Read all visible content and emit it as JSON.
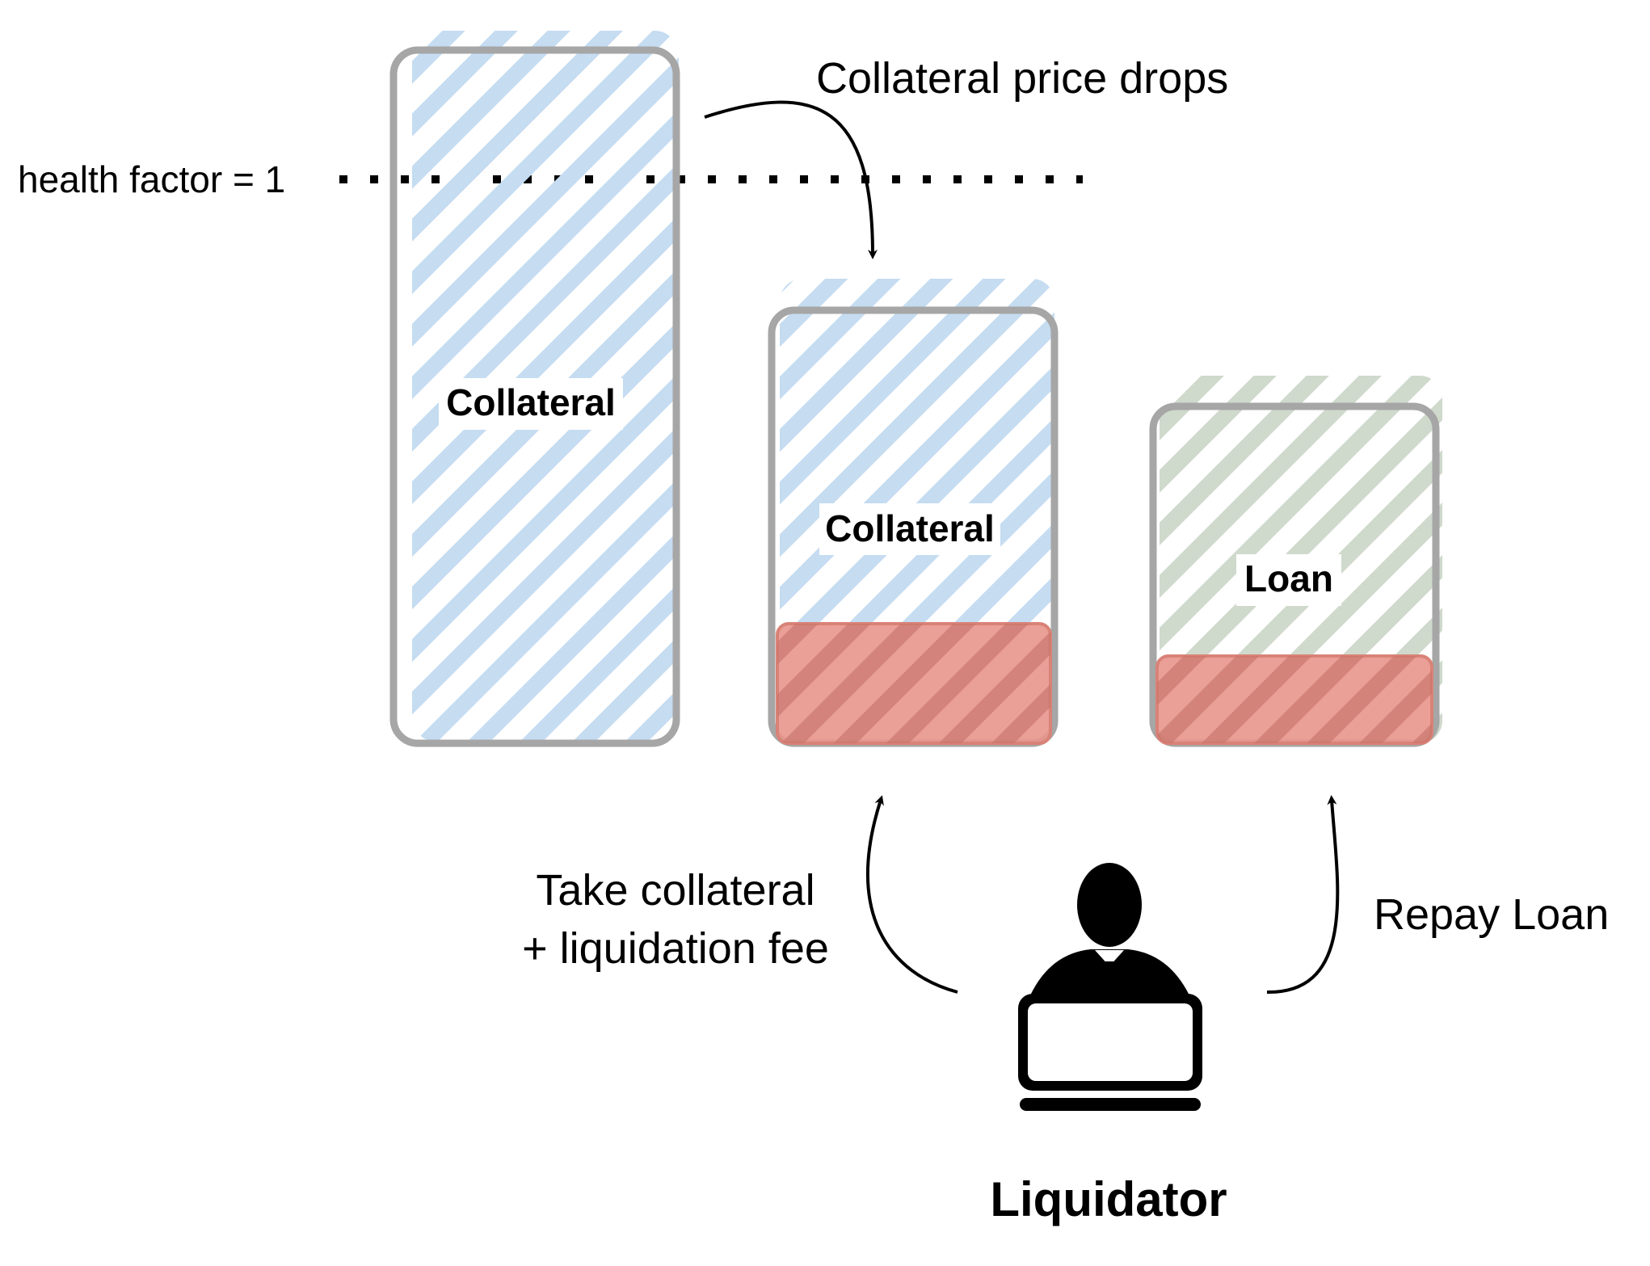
{
  "threshold": {
    "label": "health factor = 1"
  },
  "annotations": {
    "price_drop": "Collateral price drops",
    "take_collateral_line1": "Take collateral",
    "take_collateral_line2": "+ liquidation fee",
    "repay_loan": "Repay Loan"
  },
  "blocks": {
    "collateral_before": {
      "label": "Collateral"
    },
    "collateral_after": {
      "label": "Collateral"
    },
    "loan": {
      "label": "Loan"
    }
  },
  "actor": {
    "label": "Liquidator",
    "icon": "person-at-laptop-icon"
  },
  "colors": {
    "collateral_hatch": "#c5dcf1",
    "loan_hatch": "#cfd9cc",
    "liquidated_fill": "#e8958c",
    "outline": "#a6a6a6",
    "text": "#000000"
  }
}
